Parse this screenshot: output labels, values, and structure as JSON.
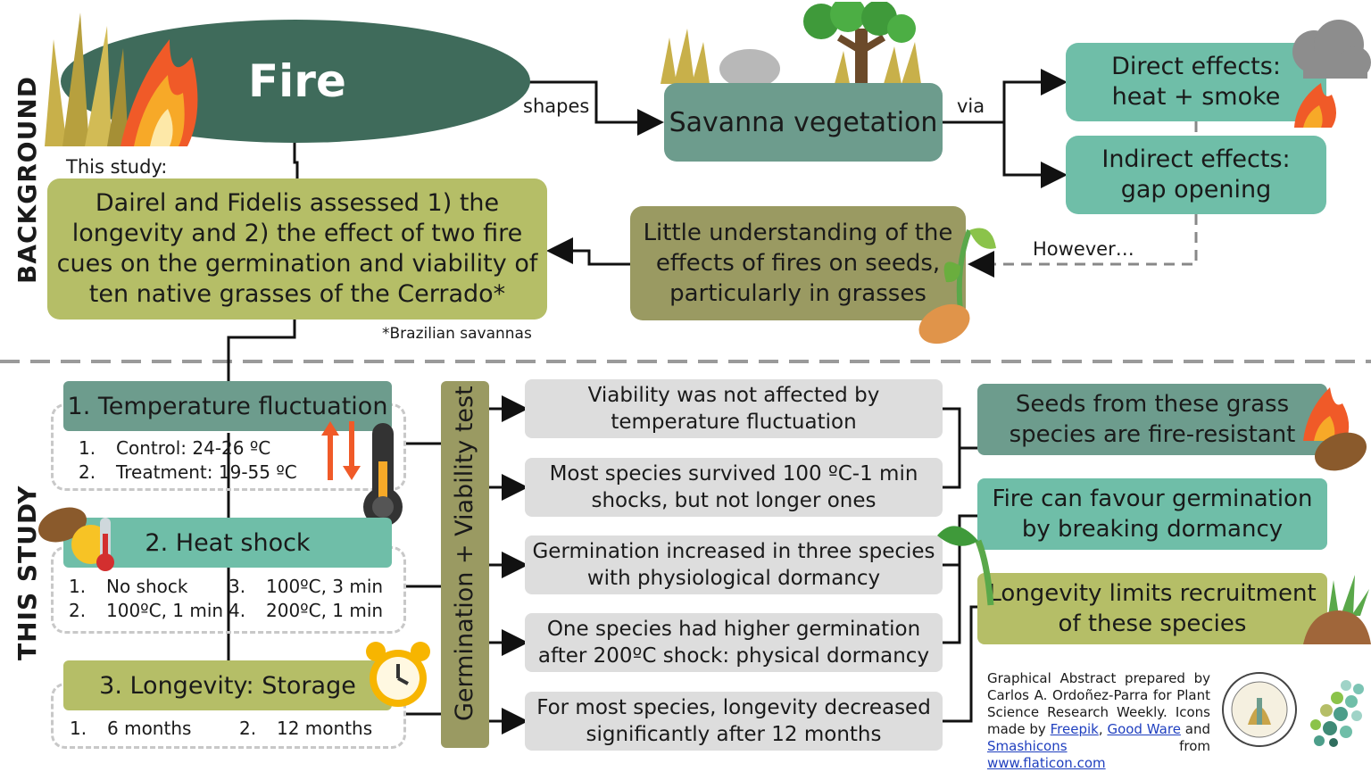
{
  "sections": {
    "background": "BACKGROUND",
    "this_study": "THIS STUDY"
  },
  "fire": {
    "title": "Fire"
  },
  "labels": {
    "shapes": "shapes",
    "via": "via",
    "however": "However…",
    "this_study": "This study:",
    "footnote": "*Brazilian savannas"
  },
  "savanna": "Savanna vegetation",
  "direct": {
    "line1": "Direct effects:",
    "line2": "heat + smoke"
  },
  "indirect": {
    "line1": "Indirect effects:",
    "line2": "gap opening"
  },
  "little": {
    "line1": "Little understanding of the",
    "line2": "effects of fires on seeds,",
    "line3": "particularly in grasses"
  },
  "study": {
    "line1": "Dairel and Fidelis assessed 1) the",
    "line2": "longevity and 2) the effect of two fire",
    "line3": "cues on the germination and viability of",
    "line4": "ten native grasses of the Cerrado*"
  },
  "temp": {
    "title": "1. Temperature fluctuation",
    "items": [
      {
        "n": "1.",
        "text": "Control: 24-26 ºC"
      },
      {
        "n": "2.",
        "text": "Treatment: 19-55 ºC"
      }
    ]
  },
  "heat": {
    "title": "2. Heat shock",
    "items": [
      {
        "n": "1.",
        "text": "No shock"
      },
      {
        "n": "2.",
        "text": "100ºC, 1 min"
      },
      {
        "n": "3.",
        "text": "100ºC, 3 min"
      },
      {
        "n": "4.",
        "text": "200ºC, 1 min"
      }
    ]
  },
  "storage": {
    "title": "3. Longevity: Storage",
    "items": [
      {
        "n": "1.",
        "text": "6 months"
      },
      {
        "n": "2.",
        "text": "12 months"
      }
    ]
  },
  "test": "Germination + Viability test",
  "results": [
    {
      "line1": "Viability was not affected by",
      "line2": "temperature fluctuation"
    },
    {
      "line1": "Most species survived 100 ºC-1 min",
      "line2": "shocks, but not longer ones"
    },
    {
      "line1": "Germination increased in three species",
      "line2": "with physiological dormancy"
    },
    {
      "line1": "One species had higher germination",
      "line2": "after 200ºC shock: physical dormancy"
    },
    {
      "line1": "For most species, longevity decreased",
      "line2": "significantly after 12 months"
    }
  ],
  "conclusions": [
    {
      "line1": "Seeds from these grass",
      "line2": "species are fire-resistant"
    },
    {
      "line1": "Fire can favour germination",
      "line2": "by breaking dormancy"
    },
    {
      "line1": "Longevity limits recruitment",
      "line2": "of these species"
    }
  ],
  "credits": {
    "t1": "Graphical Abstract prepared by Carlos A. Ordoñez-Parra for Plant Science Research Weekly. Icons made by ",
    "link1": "Freepik",
    "sep1": ", ",
    "link2": "Good Ware",
    "t2": " and ",
    "link3": "Smashicons",
    "t3": " from ",
    "link4": "www.flaticon.com"
  },
  "colors": {
    "olive": "#b5be67",
    "dark_olive": "#9a9a62",
    "teal": "#6fbea8",
    "slate": "#6d9c8d",
    "fire_ellipse": "#3f6b5b",
    "grey_box": "#dddddd"
  },
  "icons": [
    "grass-fire-icon",
    "savanna-tree-icon",
    "storm-cloud-fire-icon",
    "sprout-seed-icon",
    "temperature-arrows-icon",
    "thermometer-icon",
    "seed-sun-thermometer-icon",
    "alarm-clock-icon",
    "seed-fire-icon",
    "seedling-icon",
    "soil-grass-icon",
    "society-seal-logo",
    "flaticon-dots-logo"
  ]
}
